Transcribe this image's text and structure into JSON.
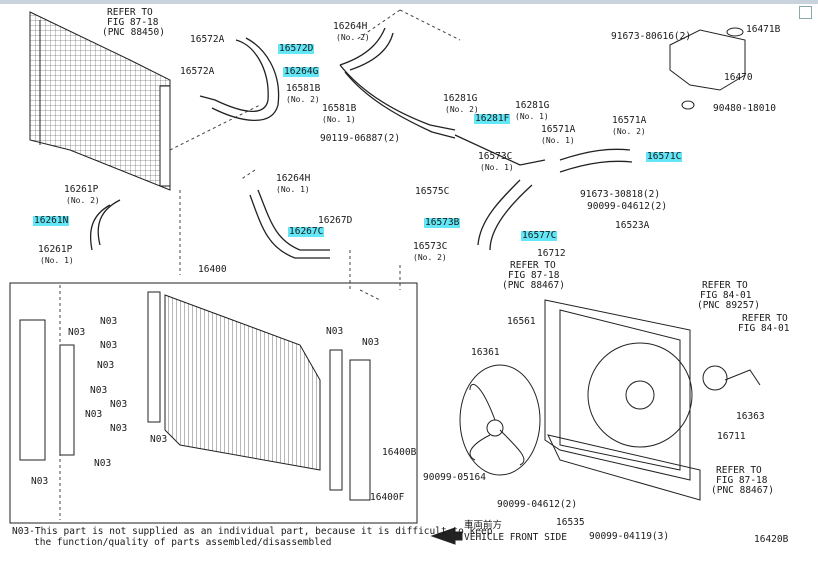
{
  "labels": {
    "refer_fig8718_top": "REFER TO",
    "refer_fig8718_top_b": "FIG 87-18",
    "refer_fig8718_top_c": "(PNC 88450)",
    "p16572A_a": "16572A",
    "p16572D": "16572D",
    "p16572A_b": "16572A",
    "p16264H_top": "16264H",
    "p16264H_top_no": "(No. 2)",
    "p16264G": "16264G",
    "p16581B_top": "16581B",
    "p16581B_top_no": "(No. 2)",
    "p16581B_mid": "16581B",
    "p16581B_mid_no": "(No. 1)",
    "p91673": "91673-80616(2)",
    "p16471B": "16471B",
    "p16470": "16470",
    "p90480": "90480-18010",
    "p16281G_a": "16281G",
    "p16281G_a_no": "(No. 2)",
    "p16281G_b": "16281G",
    "p16281G_b_no": "(No. 1)",
    "p16281F": "16281F",
    "p90119": "90119-06887(2)",
    "p16571A_a": "16571A",
    "p16571A_a_no": "(No. 2)",
    "p16571A_b": "16571A",
    "p16571A_b_no": "(No. 1)",
    "p16571C": "16571C",
    "p16573C_top": "16573C",
    "p16573C_top_no": "(No. 1)",
    "p16575C": "16575C",
    "p91673b": "91673-30818(2)",
    "p90099a": "90099-04612(2)",
    "p16261P_a": "16261P",
    "p16261P_a_no": "(No. 2)",
    "p16261N": "16261N",
    "p16261P_b": "16261P",
    "p16261P_b_no": "(No. 1)",
    "p16264H_mid": "16264H",
    "p16264H_mid_no": "(No. 1)",
    "p16267D": "16267D",
    "p16267C": "16267C",
    "p16573B": "16573B",
    "p16577C": "16577C",
    "p16523A": "16523A",
    "p16573C_bot": "16573C",
    "p16573C_bot_no": "(No. 2)",
    "p16712": "16712",
    "refer_fig8718_mid": "REFER TO",
    "refer_fig8718_mid_b": "FIG 87-18",
    "refer_fig8718_mid_c": "(PNC 88467)",
    "p16400": "16400",
    "refer_fig8401_a": "REFER TO",
    "refer_fig8401_a_b": "FIG 84-01",
    "refer_fig8401_a_c": "(PNC 89257)",
    "refer_fig8401_b": "REFER TO",
    "refer_fig8401_b_b": "FIG 84-01",
    "p16561": "16561",
    "p16361": "16361",
    "p16363": "16363",
    "p16711": "16711",
    "n03_1": "N03",
    "n03_2": "N03",
    "n03_3": "N03",
    "n03_4": "N03",
    "n03_5": "N03",
    "n03_6": "N03",
    "n03_7": "N03",
    "n03_8": "N03",
    "n03_9": "N03",
    "n03_10": "N03",
    "n03_11": "N03",
    "n03_12": "N03",
    "p16400B": "16400B",
    "p16400F": "16400F",
    "p90099b": "90099-05164",
    "p90099c": "90099-04612(2)",
    "p16535": "16535",
    "p90099d": "90099-04119(3)",
    "refer_fig8718_bot": "REFER TO",
    "refer_fig8718_bot_b": "FIG 87-18",
    "refer_fig8718_bot_c": "(PNC 88467)",
    "front_jp": "車両前方",
    "front_en": "VEHICLE FRONT SIDE",
    "fig_id": "16420B"
  },
  "note": {
    "line1": "N03-This part is not supplied as an individual part, because it is difficult to keep",
    "line2": "the function/quality of parts assembled/disassembled"
  },
  "highlight_color": "#63e6f6"
}
